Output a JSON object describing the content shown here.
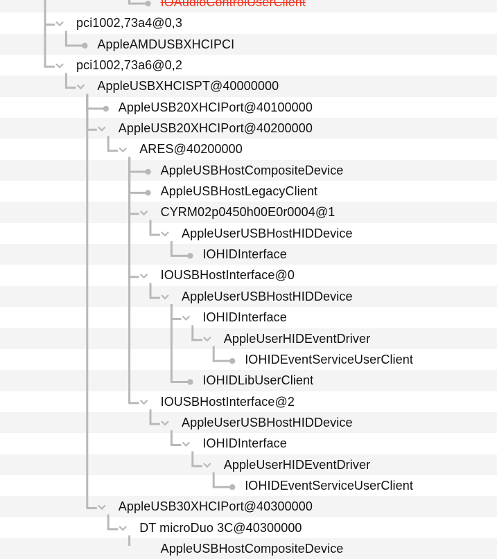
{
  "tree": {
    "rows": [
      {
        "label": "IOAudioControlUserClient",
        "depth": 5,
        "kind": "leaf",
        "status": "removed"
      },
      {
        "label": "pci1002,73a4@0,3",
        "depth": 1,
        "kind": "expanded"
      },
      {
        "label": "AppleAMDUSBXHCIPCI",
        "depth": 2,
        "kind": "leaf"
      },
      {
        "label": "pci1002,73a6@0,2",
        "depth": 1,
        "kind": "expanded"
      },
      {
        "label": "AppleUSBXHCISPT@40000000",
        "depth": 2,
        "kind": "expanded"
      },
      {
        "label": "AppleUSB20XHCIPort@40100000",
        "depth": 3,
        "kind": "leaf"
      },
      {
        "label": "AppleUSB20XHCIPort@40200000",
        "depth": 3,
        "kind": "expanded"
      },
      {
        "label": "ARES@40200000",
        "depth": 4,
        "kind": "expanded"
      },
      {
        "label": "AppleUSBHostCompositeDevice",
        "depth": 5,
        "kind": "leaf"
      },
      {
        "label": "AppleUSBHostLegacyClient",
        "depth": 5,
        "kind": "leaf"
      },
      {
        "label": "CYRM02p0450h00E0r0004@1",
        "depth": 5,
        "kind": "expanded"
      },
      {
        "label": "AppleUserUSBHostHIDDevice",
        "depth": 6,
        "kind": "expanded"
      },
      {
        "label": "IOHIDInterface",
        "depth": 7,
        "kind": "leaf"
      },
      {
        "label": "IOUSBHostInterface@0",
        "depth": 5,
        "kind": "expanded"
      },
      {
        "label": "AppleUserUSBHostHIDDevice",
        "depth": 6,
        "kind": "expanded"
      },
      {
        "label": "IOHIDInterface",
        "depth": 7,
        "kind": "expanded"
      },
      {
        "label": "AppleUserHIDEventDriver",
        "depth": 8,
        "kind": "expanded"
      },
      {
        "label": "IOHIDEventServiceUserClient",
        "depth": 9,
        "kind": "leaf"
      },
      {
        "label": "IOHIDLibUserClient",
        "depth": 7,
        "kind": "leaf"
      },
      {
        "label": "IOUSBHostInterface@2",
        "depth": 5,
        "kind": "expanded"
      },
      {
        "label": "AppleUserUSBHostHIDDevice",
        "depth": 6,
        "kind": "expanded"
      },
      {
        "label": "IOHIDInterface",
        "depth": 7,
        "kind": "expanded"
      },
      {
        "label": "AppleUserHIDEventDriver",
        "depth": 8,
        "kind": "expanded"
      },
      {
        "label": "IOHIDEventServiceUserClient",
        "depth": 9,
        "kind": "leaf"
      },
      {
        "label": "AppleUSB30XHCIPort@40300000",
        "depth": 3,
        "kind": "expanded"
      },
      {
        "label": "DT microDuo 3C@40300000",
        "depth": 4,
        "kind": "expanded"
      },
      {
        "label": "AppleUSBHostCompositeDevice",
        "depth": 5,
        "kind": "leaf"
      }
    ]
  },
  "colors": {
    "removed": "#f0341f",
    "connector": "#b8b8b8",
    "stripe": "#f4f4f4"
  }
}
